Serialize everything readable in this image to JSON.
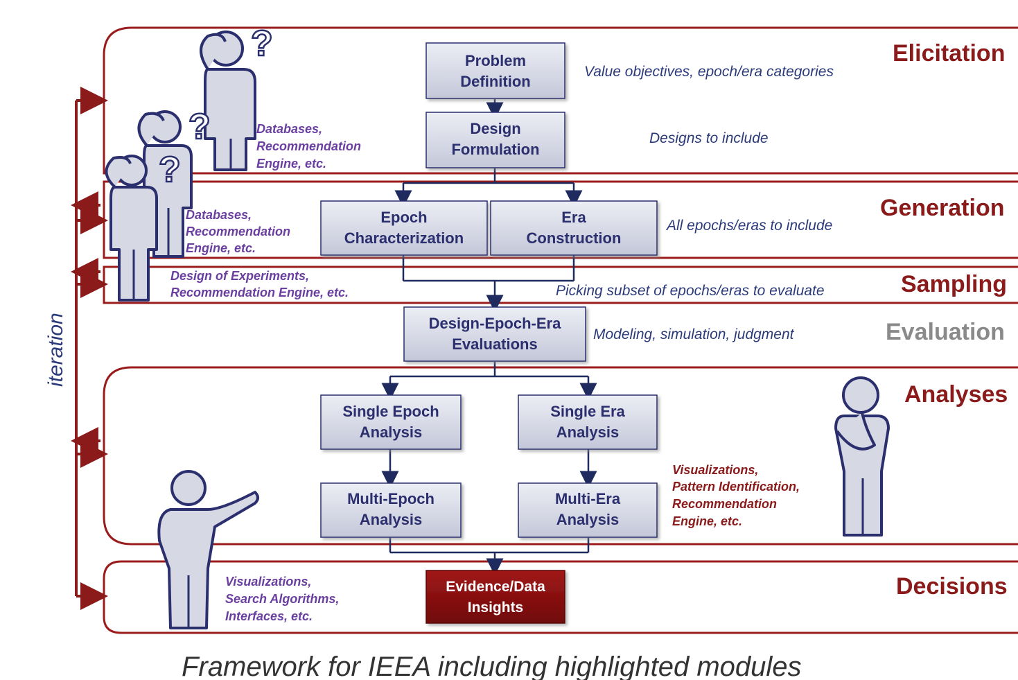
{
  "stages": {
    "elicitation": "Elicitation",
    "generation": "Generation",
    "sampling": "Sampling",
    "evaluation": "Evaluation",
    "analyses": "Analyses",
    "decisions": "Decisions"
  },
  "boxes": {
    "problem_definition": [
      "Problem",
      "Definition"
    ],
    "design_formulation": [
      "Design",
      "Formulation"
    ],
    "epoch_characterization": [
      "Epoch",
      "Characterization"
    ],
    "era_construction": [
      "Era",
      "Construction"
    ],
    "design_epoch_era_evaluations": [
      "Design-Epoch-Era",
      "Evaluations"
    ],
    "single_epoch_analysis": [
      "Single Epoch",
      "Analysis"
    ],
    "single_era_analysis": [
      "Single Era",
      "Analysis"
    ],
    "multi_epoch_analysis": [
      "Multi-Epoch",
      "Analysis"
    ],
    "multi_era_analysis": [
      "Multi-Era",
      "Analysis"
    ],
    "evidence_data_insights": [
      "Evidence/Data",
      "Insights"
    ]
  },
  "notes": {
    "value_objectives": "Value objectives, epoch/era categories",
    "designs_to_include": "Designs to include",
    "all_epochs_eras": "All epochs/eras to include",
    "picking_subset": "Picking subset of epochs/eras to evaluate",
    "modeling": "Modeling, simulation, judgment",
    "elicitation_tools": [
      "Databases,",
      "Recommendation",
      "Engine, etc."
    ],
    "generation_tools": [
      "Databases,",
      "Recommendation",
      "Engine, etc."
    ],
    "sampling_tools": [
      "Design of Experiments,",
      "Recommendation Engine, etc."
    ],
    "analyses_tools": [
      "Visualizations,",
      "Pattern Identification,",
      "Recommendation",
      "Engine, etc."
    ],
    "decisions_tools": [
      "Visualizations,",
      "Search Algorithms,",
      "Interfaces, etc."
    ]
  },
  "iteration_label": "iteration",
  "question_mark": "?",
  "caption": "Framework for IEEA including highlighted modules",
  "colors": {
    "band_border": "#9b1c1c",
    "box_fill": "#d3d5e2",
    "box_text": "#2b2f6e",
    "highlight_box": "#8b1010",
    "stage_label": "#8b1a1a",
    "evaluation_label": "#8a8a8a",
    "note_blue": "#2b3a7a",
    "note_purple": "#6a3fa0",
    "note_red": "#8b1a1a"
  },
  "icons": [
    "person-thinking-icon",
    "person-pointing-icon",
    "question-mark-icon",
    "arrow-icon"
  ]
}
